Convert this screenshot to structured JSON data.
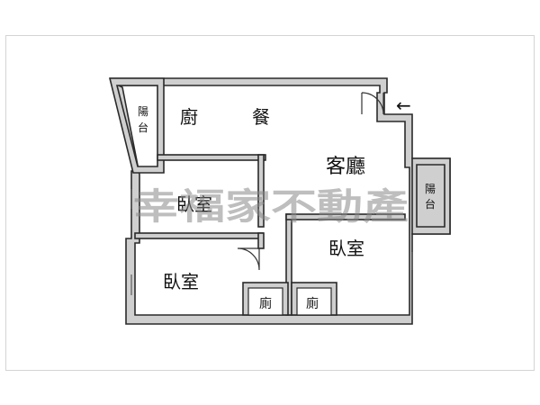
{
  "rooms": {
    "kitchen_left": "廚",
    "kitchen_right": "餐",
    "living_room": "客廳",
    "bedroom_1": "臥室",
    "bedroom_2": "臥室",
    "bedroom_3": "臥室",
    "balcony_left_top": "陽",
    "balcony_left_bottom": "台",
    "balcony_right_top": "陽",
    "balcony_right_bottom": "台",
    "toilet_1": "廁",
    "toilet_2": "廁"
  },
  "entrance_arrow": "←",
  "watermark": "幸福家不動產"
}
